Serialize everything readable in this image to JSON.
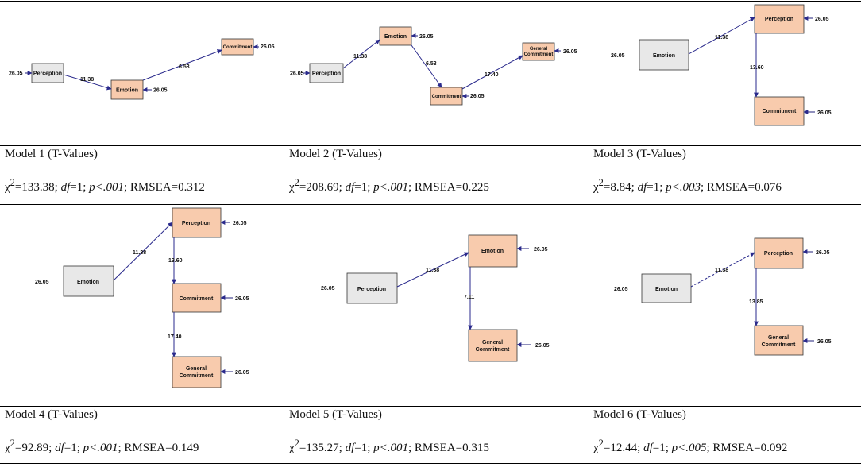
{
  "models": [
    {
      "title": "Model 1 (T-Values)",
      "stats": {
        "chi2": "133.38",
        "df": "1",
        "p": "p<.001",
        "rmsea": "0.312"
      },
      "nodes": {
        "perception": "Perception",
        "emotion": "Emotion",
        "commitment": "Commitment"
      },
      "errors": [
        "26.05",
        "26.05",
        "26.05"
      ],
      "paths": [
        "11.38",
        "6.53"
      ]
    },
    {
      "title": "Model 2 (T-Values)",
      "stats": {
        "chi2": "208.69",
        "df": "1",
        "p": "p<.001",
        "rmsea": "0.225"
      },
      "nodes": {
        "perception": "Perception",
        "emotion": "Emotion",
        "commitment": "Commitment",
        "general_line1": "General",
        "general_line2": "Commitment"
      },
      "errors": [
        "26.05",
        "26.05",
        "26.05",
        "26.05"
      ],
      "paths": [
        "11.38",
        "6.53",
        "17.40"
      ]
    },
    {
      "title": "Model 3 (T-Values)",
      "stats": {
        "chi2": "8.84",
        "df": "1",
        "p": "p<.003",
        "rmsea": "0.076"
      },
      "nodes": {
        "emotion": "Emotion",
        "perception": "Perception",
        "commitment": "Commitment"
      },
      "errors": [
        "26.05",
        "26.05",
        "26.05"
      ],
      "paths": [
        "11.38",
        "13.60"
      ]
    },
    {
      "title": "Model 4 (T-Values)",
      "stats": {
        "chi2": "92.89",
        "df": "1",
        "p": "p<.001",
        "rmsea": "0.149"
      },
      "nodes": {
        "emotion": "Emotion",
        "perception": "Perception",
        "commitment": "Commitment",
        "general_line1": "General",
        "general_line2": "Commitment"
      },
      "errors": [
        "26.05",
        "26.05",
        "26.05",
        "26.05"
      ],
      "paths": [
        "11.38",
        "13.60",
        "17.40"
      ]
    },
    {
      "title": "Model 5 (T-Values)",
      "stats": {
        "chi2": "135.27",
        "df": "1",
        "p": "p<.001",
        "rmsea": "0.315"
      },
      "nodes": {
        "perception": "Perception",
        "emotion": "Emotion",
        "general_line1": "General",
        "general_line2": "Commitment"
      },
      "errors": [
        "26.05",
        "26.05",
        "26.05"
      ],
      "paths": [
        "11.38",
        "7.11"
      ]
    },
    {
      "title": "Model 6 (T-Values)",
      "stats": {
        "chi2": "12.44",
        "df": "1",
        "p": "p<.005",
        "rmsea": "0.092"
      },
      "nodes": {
        "emotion": "Emotion",
        "perception": "Perception",
        "general_line1": "General",
        "general_line2": "Commitment"
      },
      "errors": [
        "26.05",
        "26.05",
        "26.05"
      ],
      "paths": [
        "11.38",
        "13.85"
      ]
    }
  ],
  "colors": {
    "box_gray": "#e8e8e8",
    "box_orange": "#f8cbad",
    "arrow": "#2a2a8c"
  }
}
